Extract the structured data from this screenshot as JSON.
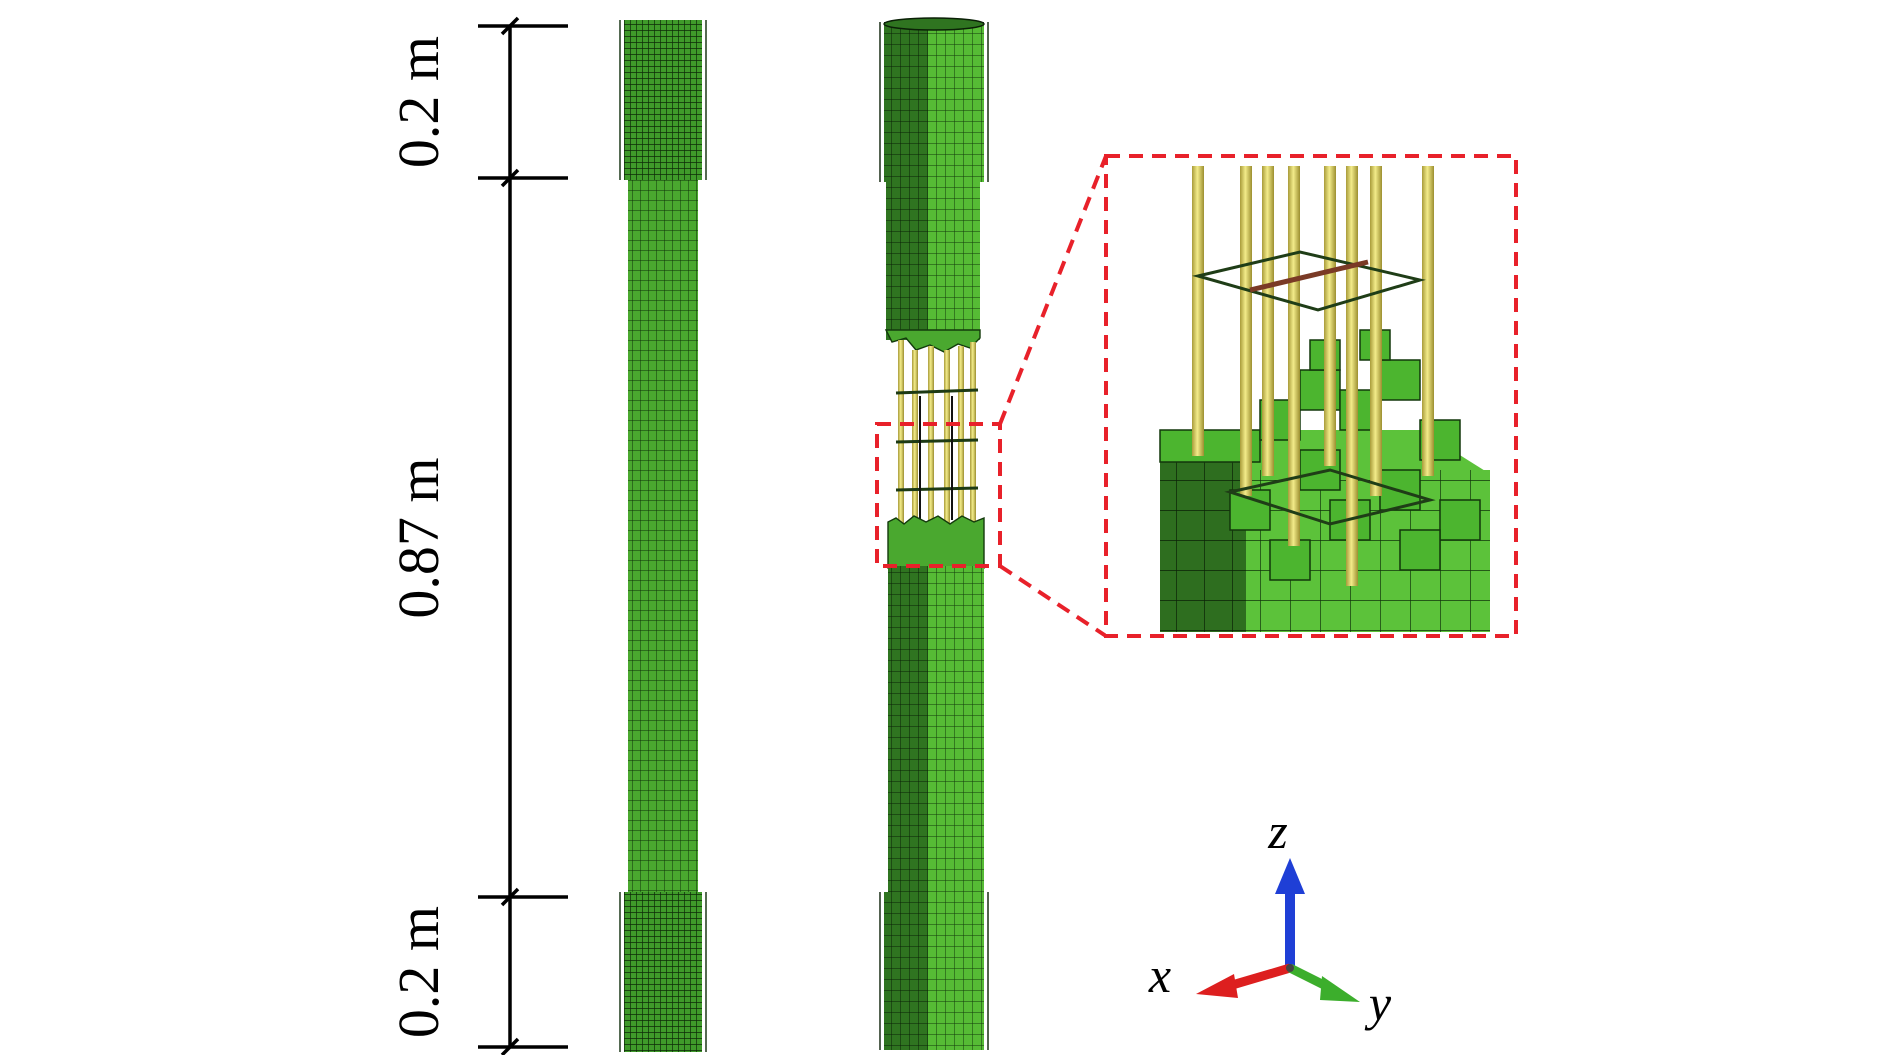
{
  "dimensions": {
    "top_segment": "0.2 m",
    "middle_segment": "0.87 m",
    "bottom_segment": "0.2 m"
  },
  "axes": {
    "x": "x",
    "y": "y",
    "z": "z"
  },
  "colors": {
    "concrete_mesh": "#3f9a2a",
    "concrete_light": "#5fc23a",
    "mesh_line": "#0d2a08",
    "rebar": "#e8e070",
    "rebar_dark": "#9a8f30",
    "highlight_box": "#e8212a",
    "x_axis": "#dd1f1f",
    "y_axis": "#3cae2c",
    "z_axis": "#1f3fd6"
  }
}
